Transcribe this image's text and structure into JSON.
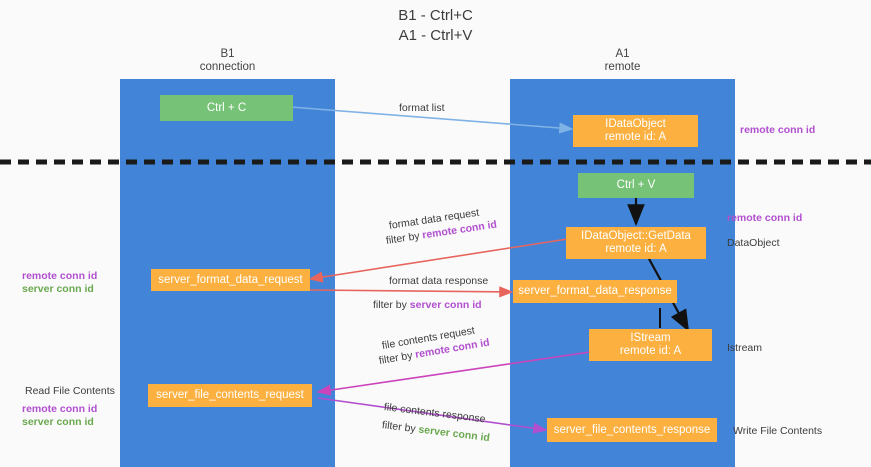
{
  "title": {
    "line1": "B1 - Ctrl+C",
    "line2": "A1 - Ctrl+V"
  },
  "lanes": [
    {
      "id": "b1",
      "name": "B1",
      "sub": "connection"
    },
    {
      "id": "a1",
      "name": "A1",
      "sub": "remote"
    }
  ],
  "nodes": {
    "ctrl_c": {
      "line1": "Ctrl + C"
    },
    "idataobject": {
      "line1": "IDataObject",
      "line2": "remote id: A"
    },
    "ctrl_v": {
      "line1": "Ctrl + V"
    },
    "getdata": {
      "line1": "IDataObject::GetData",
      "line2": "remote id: A"
    },
    "server_format_data_request": {
      "line1": "server_format_data_request"
    },
    "server_format_data_response": {
      "line1": "server_format_data_response"
    },
    "istream": {
      "line1": "IStream",
      "line2": "remote id: A"
    },
    "server_file_contents_request": {
      "line1": "server_file_contents_request"
    },
    "server_file_contents_response": {
      "line1": "server_file_contents_response"
    }
  },
  "edge_labels": {
    "format_list": "format list",
    "format_data_request": "format data request",
    "format_data_request_filter_prefix": "filter by ",
    "format_data_request_filter_key": "remote conn id",
    "format_data_response": "format data response",
    "format_data_response_filter_prefix": "filter by ",
    "format_data_response_filter_key": "server conn id",
    "file_contents_request": "file contents request",
    "file_contents_request_filter_prefix": "filter by ",
    "file_contents_request_filter_key": "remote conn id",
    "file_contents_response": "file contents response",
    "file_contents_response_filter_prefix": "filter by ",
    "file_contents_response_filter_key": "server conn id"
  },
  "annotations": {
    "left_mid_remote": "remote conn id",
    "left_mid_server": "server conn id",
    "left_read_file_contents": "Read File Contents",
    "left_bottom_remote": "remote conn id",
    "left_bottom_server": "server conn id",
    "right_top_remote": "remote conn id",
    "right_mid_remote": "remote conn id",
    "right_dataobject": "DataObject",
    "right_istream": "Istream",
    "right_write_file_contents": "Write File Contents"
  },
  "colors": {
    "lane": "#4285d8",
    "node_orange": "#fbb040",
    "node_green": "#76c276",
    "purple": "#b14fcf",
    "green_text": "#6aa84f",
    "arrow_blue": "#7fb2e5",
    "arrow_red": "#e8655e",
    "arrow_magenta": "#cc44bb",
    "arrow_purple": "#b14fcf",
    "arrow_black": "#111111",
    "divider": "#1a1a1a",
    "background": "#fafafa"
  }
}
